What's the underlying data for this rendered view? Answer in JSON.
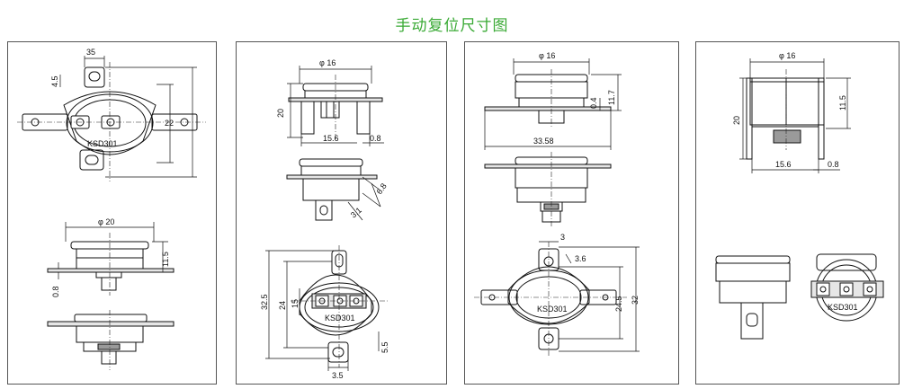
{
  "title": "手动复位尺寸图",
  "colors": {
    "title": "#3aaa35",
    "border": "#555555",
    "fill": "#e6e6e6",
    "dark": "#9a9a9a"
  },
  "panel1": {
    "d35": "35",
    "d45": "4.5",
    "d22": "22",
    "model": "KSD301",
    "phi20": "φ 20",
    "d115": "11.5",
    "d08": "0.8"
  },
  "panel2": {
    "phi16": "φ 16",
    "d20": "20",
    "d156": "15.6",
    "d08": "0.8",
    "d68": "6.8",
    "d31": "3.1",
    "d325": "32.5",
    "d24": "24",
    "d15": "15",
    "model": "KSD301",
    "d55": "5.5",
    "d35": "3.5"
  },
  "panel3": {
    "phi16": "φ 16",
    "d04": "0.4",
    "d117": "11.7",
    "d3358": "33.58",
    "d3": "3",
    "d36": "3.6",
    "d245": "24.5",
    "d32": "32",
    "model": "KSD301"
  },
  "panel4": {
    "phi16": "φ 16",
    "d20": "20",
    "d115": "11.5",
    "d156": "15.6",
    "d08": "0.8",
    "model": "KSD301"
  }
}
